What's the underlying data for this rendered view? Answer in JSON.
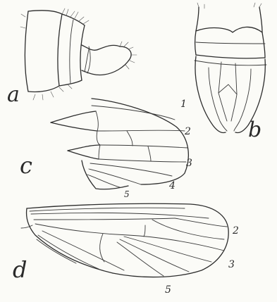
{
  "panels": {
    "a": {
      "label": "a"
    },
    "b": {
      "label": "b"
    },
    "c": {
      "label": "c",
      "vein_numbers": [
        "1",
        "2",
        "3",
        "4",
        "5"
      ]
    },
    "d": {
      "label": "d",
      "vein_numbers": [
        "2",
        "3",
        "5"
      ]
    }
  },
  "colors": {
    "ink": "#2c2c2c",
    "paper": "#fbfbf7"
  }
}
